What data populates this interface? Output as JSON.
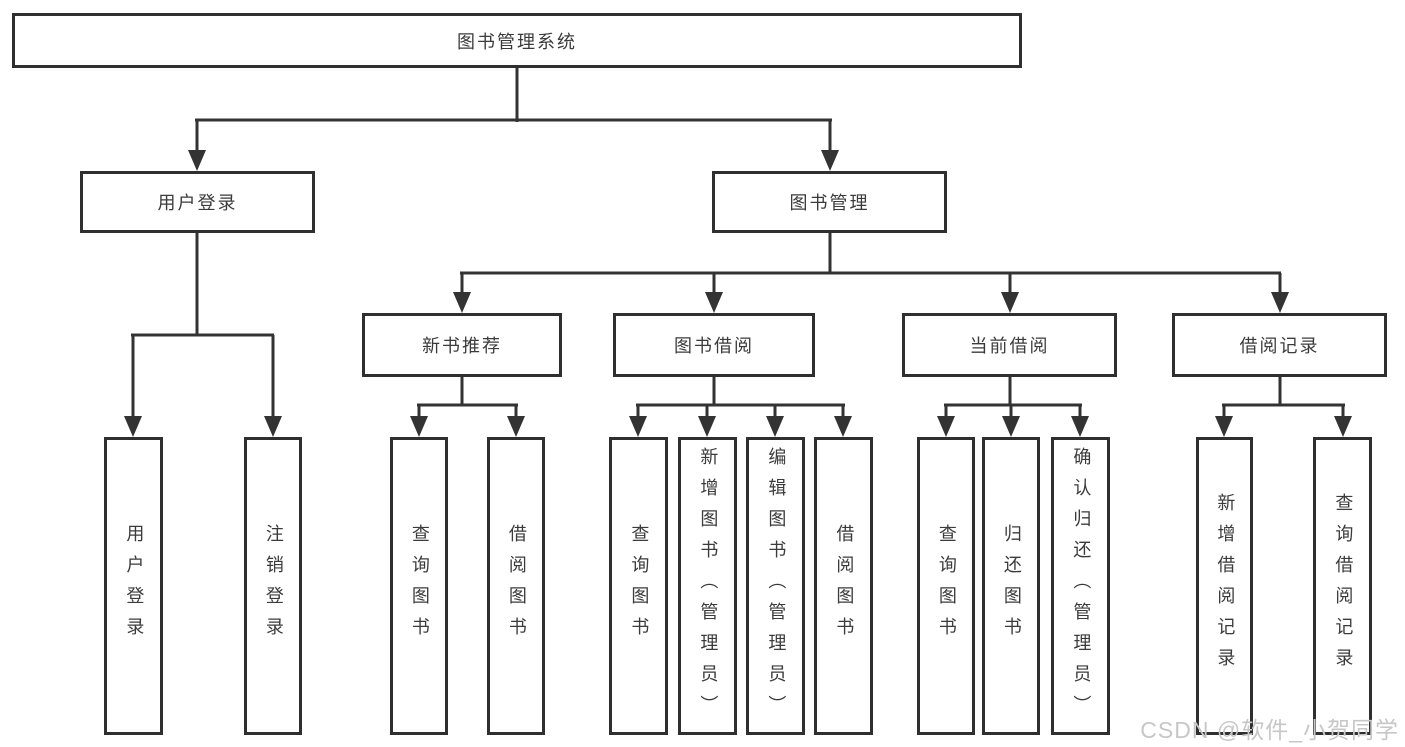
{
  "diagram": {
    "root": {
      "label": "图书管理系统",
      "children": [
        {
          "label": "用户登录",
          "children": [
            {
              "label": "用户登录"
            },
            {
              "label": "注销登录"
            }
          ]
        },
        {
          "label": "图书管理",
          "children": [
            {
              "label": "新书推荐",
              "children": [
                {
                  "label": "查询图书"
                },
                {
                  "label": "借阅图书"
                }
              ]
            },
            {
              "label": "图书借阅",
              "children": [
                {
                  "label": "查询图书"
                },
                {
                  "label": "新增图书（管理员）"
                },
                {
                  "label": "编辑图书（管理员）"
                },
                {
                  "label": "借阅图书"
                }
              ]
            },
            {
              "label": "当前借阅",
              "children": [
                {
                  "label": "查询图书"
                },
                {
                  "label": "归还图书"
                },
                {
                  "label": "确认归还（管理员）"
                }
              ]
            },
            {
              "label": "借阅记录",
              "children": [
                {
                  "label": "新增借阅记录"
                },
                {
                  "label": "查询借阅记录"
                }
              ]
            }
          ]
        }
      ]
    }
  },
  "watermark": {
    "text": "CSDN @软件_小贺同学"
  },
  "colors": {
    "line": "#333333",
    "box_border": "#2f2f2f",
    "text": "#3b3b3b",
    "watermark": "#c7c7c7",
    "background": "#ffffff"
  }
}
